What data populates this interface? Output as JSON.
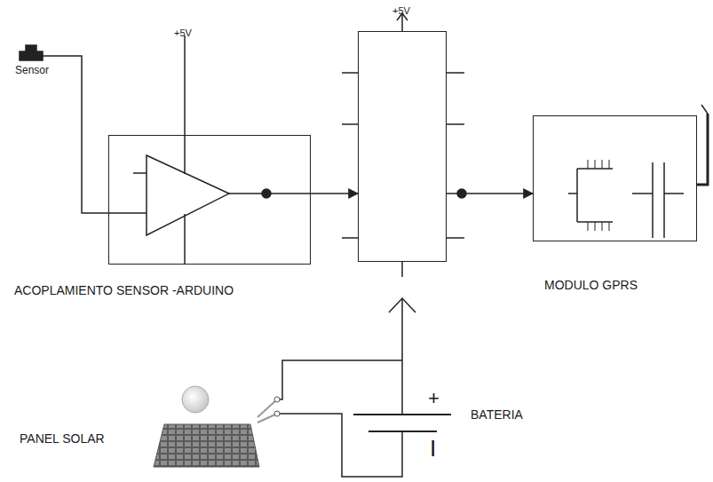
{
  "diagram": {
    "nodes": [
      {
        "text": [
          "ACOPLAMIENTO SENSOR -ARDUINO"
        ]
      },
      {
        "text": [
          "+5V"
        ]
      },
      {
        "text": [
          "MODULO GPRS"
        ]
      }
    ],
    "edges": [
      {
        "from": 0,
        "to": 1,
        "arrow": "to"
      },
      {
        "from": 1,
        "to": 2,
        "arrow": "to"
      }
    ],
    "labels": [
      "Sensor",
      "+5V",
      "PANEL SOLAR",
      "BATERIA",
      "+",
      "I"
    ]
  }
}
